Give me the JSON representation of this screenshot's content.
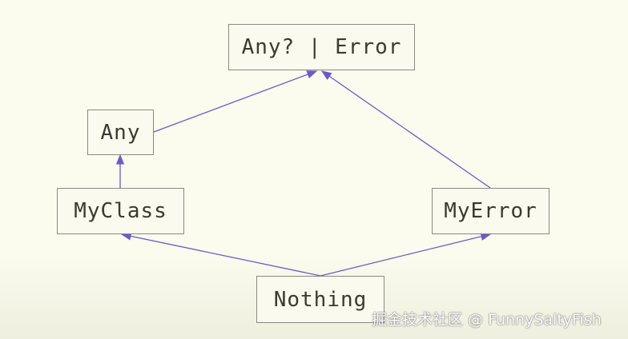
{
  "nodes": {
    "top": "Any? | Error",
    "any": "Any",
    "myclass": "MyClass",
    "myerror": "MyError",
    "nothing": "Nothing"
  },
  "edges": [
    {
      "from": "Any",
      "to": "Any? | Error"
    },
    {
      "from": "MyError",
      "to": "Any? | Error"
    },
    {
      "from": "MyClass",
      "to": "Any"
    },
    {
      "from": "Nothing",
      "to": "MyClass"
    },
    {
      "from": "Nothing",
      "to": "MyError"
    }
  ],
  "edge_color": "#6a5acd",
  "watermark": "掘金技术社区 @ FunnySaltyFish"
}
